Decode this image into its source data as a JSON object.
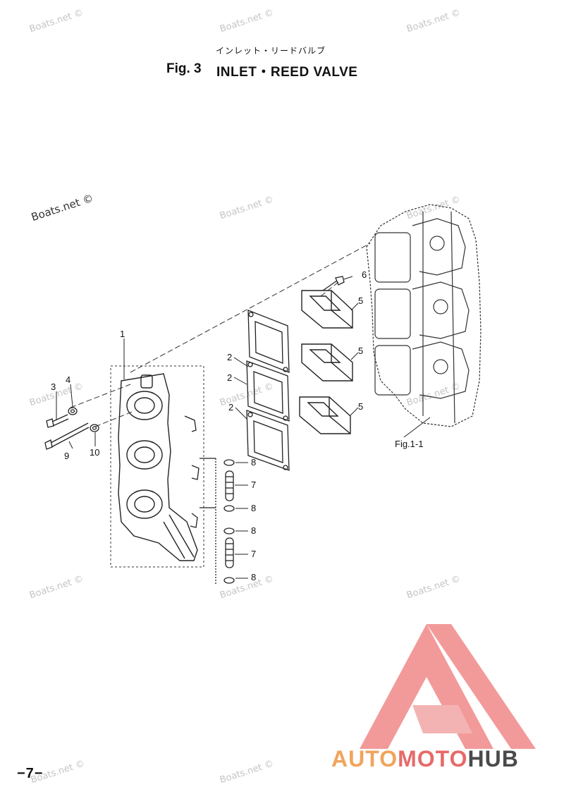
{
  "header": {
    "japanese_title": "インレット・リードバルブ",
    "figure_label": "Fig. 3",
    "title": "INLET・REED VALVE"
  },
  "watermark": {
    "text": "Boats.net ©"
  },
  "callouts": {
    "c1": "1",
    "c2a": "2",
    "c2b": "2",
    "c2c": "2",
    "c3": "3",
    "c4": "4",
    "c5a": "5",
    "c5b": "5",
    "c5c": "5",
    "c6": "6",
    "c7a": "7",
    "c7b": "7",
    "c8a": "8",
    "c8b": "8",
    "c8c": "8",
    "c8d": "8",
    "c9": "9",
    "c10": "10"
  },
  "reference_label": "Fig.1-1",
  "page_number": "−7−",
  "brand": {
    "part1": "AUTO",
    "part2": "MOTO",
    "part3": "HUB",
    "colors": {
      "auto": "#f0a55c",
      "moto": "#e76a6a",
      "hub": "#4a4a4a",
      "logo": "#f29a9a"
    }
  }
}
